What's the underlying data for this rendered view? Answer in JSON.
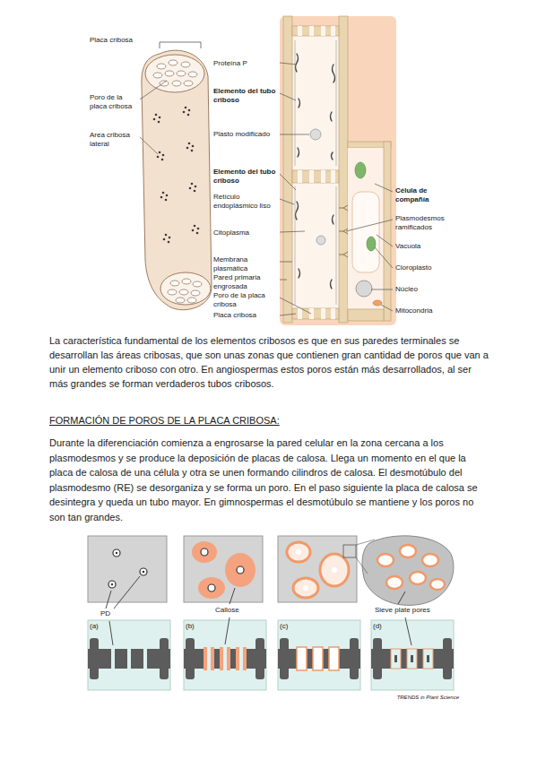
{
  "diagram": {
    "title": "FORMACIÓN DE POROS DE LA PLACA CRIBOSA:",
    "labels": [
      "Placa cribosa",
      "Poro de la placa cribosa",
      "Area cribosa lateral",
      "Proteína P",
      "Elemento del tubo criboso",
      "Plasto modificado",
      "Elemento del tubo criboso",
      "Retículo endoplásmico liso",
      "Citoplasma",
      "Membrana plasmática",
      "Pared primaria engrosada",
      "Poro de la placa cribosa",
      "Placa cribosa",
      "Célula de compañía",
      "Plasmodesmos ramificados",
      "Vacuola",
      "Cloroplasto",
      "Núcleo",
      "Mitocondria",
      "La característica fundamental de los elementos cribosos es que en sus paredes terminales se desarrollan las áreas cribosas, que son unas zonas que contienen gran cantidad de poros que van a unir un elemento criboso con otro. En angiospermas estos poros están más desarrollados, al ser más grandes se forman verdaderos tubos cribosos.",
      "Durante la diferenciación comienza a engrosarse la pared celular en la zona cercana a los plasmodesmos y se produce la deposición de placas de calosa. Llega un momento en el que la placa de calosa de una célula y otra se unen formando cilindros de calosa. El desmotúbulo del plasmodesmo (RE) se desorganiza y se forma un poro. En el paso siguiente la placa de calosa se desintegra y queda un tubo mayor. En gimnospermas el desmotúbulo se mantiene y los poros no son tan grandes.",
      "PD",
      "Callose",
      "Sieve plate pores",
      "(a)",
      "(b)",
      "(c)",
      "(d)",
      "TRENDS in Plant Science"
    ]
  }
}
